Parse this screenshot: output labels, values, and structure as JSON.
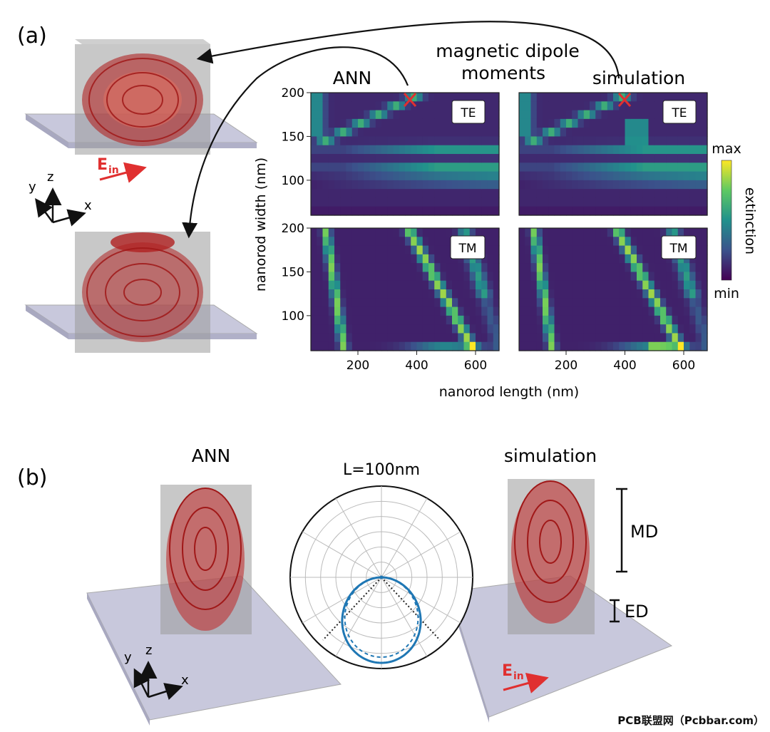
{
  "panel_a": {
    "label": "(a)",
    "heading_line1": "magnetic dipole",
    "heading_line2": "moments",
    "col_ann": "ANN",
    "col_sim": "simulation",
    "mode_te": "TE",
    "mode_tm": "TM",
    "ylabel": "nanorod width (nm)",
    "xlabel": "nanorod length (nm)",
    "colorbar_max": "max",
    "colorbar_min": "min",
    "colorbar_label": "extinction",
    "ein": "E",
    "ein_sub": "in",
    "axes": {
      "x": "x",
      "y": "y",
      "z": "z"
    }
  },
  "panel_b": {
    "label": "(b)",
    "left_title": "ANN",
    "right_title": "simulation",
    "polar_title": "L=100nm",
    "md": "MD",
    "ed": "ED",
    "ein": "E",
    "ein_sub": "in",
    "axes": {
      "x": "x",
      "y": "y",
      "z": "z"
    }
  },
  "watermark": "PCB联盟网（Pcbbar.com）",
  "colors": {
    "line_blue": "#1f77b4",
    "mark_red": "#e03030",
    "arrow_red": "#d62020",
    "viridis_dark": "#3b1f5a",
    "viridis_yellow": "#f5e626"
  },
  "chart_data": [
    {
      "type": "heatmap",
      "panel": "TE ANN",
      "x": [
        200,
        400,
        600
      ],
      "y_ticks": [
        200,
        150,
        100
      ],
      "xlim": [
        40,
        680
      ],
      "ylim": [
        60,
        200
      ],
      "marker": {
        "x": 380,
        "y": 192
      }
    },
    {
      "type": "heatmap",
      "panel": "TE simulation",
      "xlim": [
        40,
        680
      ],
      "ylim": [
        60,
        200
      ],
      "marker": {
        "x": 395,
        "y": 192
      }
    },
    {
      "type": "heatmap",
      "panel": "TM ANN",
      "x_ticks": [
        200,
        400,
        600
      ],
      "y_ticks": [
        200,
        150,
        100
      ],
      "xlim": [
        40,
        680
      ],
      "ylim": [
        60,
        200
      ]
    },
    {
      "type": "heatmap",
      "panel": "TM simulation",
      "x_ticks": [
        200,
        400,
        600
      ],
      "xlim": [
        40,
        680
      ],
      "ylim": [
        60,
        200
      ]
    },
    {
      "type": "line",
      "panel": "polar L=100nm",
      "rings": 6,
      "spokes": 12
    }
  ]
}
